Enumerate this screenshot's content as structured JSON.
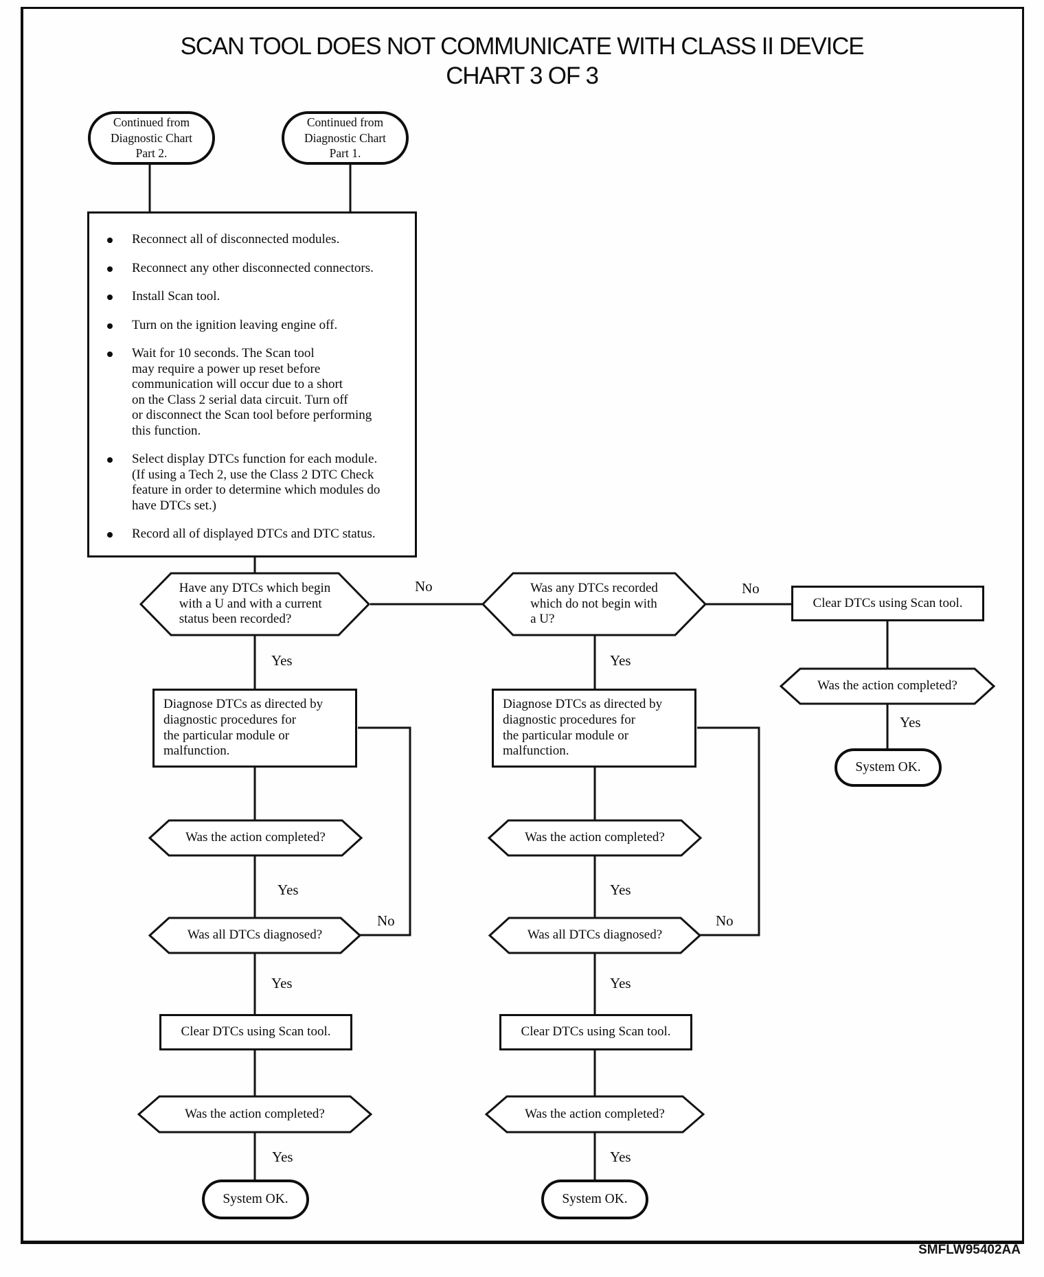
{
  "page": {
    "title_line1": "SCAN TOOL DOES NOT COMMUNICATE WITH CLASS II DEVICE",
    "title_line2": "CHART 3 OF 3",
    "footer_code": "SMFLW95402AA"
  },
  "labels": {
    "yes": "Yes",
    "no": "No"
  },
  "flow": {
    "start_part2": "Continued from\nDiagnostic Chart\nPart 2.",
    "start_part1": "Continued from\nDiagnostic Chart\nPart 1.",
    "steps": {
      "bullets": [
        "Reconnect all of disconnected modules.",
        "Reconnect any other disconnected connectors.",
        "Install Scan tool.",
        "Turn on the ignition leaving engine off.",
        "Wait for 10 seconds. The Scan tool\nmay require a power up reset before\ncommunication will occur due to a short\non the Class 2 serial data circuit. Turn off\nor disconnect the Scan tool before performing\nthis function.",
        "Select display DTCs function for each module.\n(If using a Tech 2, use the Class 2 DTC Check\nfeature in order to determine which modules do\nhave DTCs set.)",
        "Record all of displayed DTCs and DTC status."
      ]
    },
    "decision_u": "Have any DTCs which begin\nwith a U and with a current\nstatus been recorded?",
    "decision_non_u": "Was any DTCs recorded\nwhich do not begin with\na U?",
    "diagnose": "Diagnose DTCs as directed by\ndiagnostic procedures for\nthe particular module or\nmalfunction.",
    "action_completed": "Was the action completed?",
    "all_diagnosed": "Was all DTCs diagnosed?",
    "clear_dtcs": "Clear DTCs using Scan tool.",
    "system_ok": "System OK."
  }
}
